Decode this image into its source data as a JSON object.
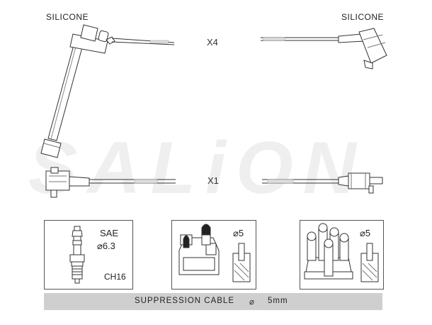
{
  "labels": {
    "left_material": "SILICONE",
    "right_material": "SILICONE",
    "qty_top": "X4",
    "qty_bottom": "X1"
  },
  "boxes": {
    "plug": {
      "standard": "SAE",
      "size": "⌀6.3",
      "model": "CH16"
    },
    "coil_cap": {
      "diameter": "⌀5"
    },
    "distributor_cap": {
      "diameter": "⌀5"
    }
  },
  "footer": {
    "cable_label": "SUPPRESSION CABLE",
    "diameter_symbol": "⌀",
    "diameter_value": "5mm"
  },
  "watermark": "SALiON"
}
